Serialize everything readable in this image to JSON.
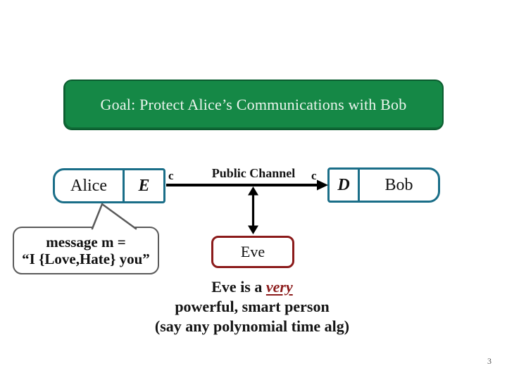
{
  "slide": {
    "page_number": "3"
  },
  "banner": {
    "title": "Goal: Protect Alice’s Communications with Bob"
  },
  "diagram": {
    "alice_label": "Alice",
    "encrypt_label": "E",
    "decrypt_label": "D",
    "bob_label": "Bob",
    "channel_label": "Public Channel",
    "cipher_label_left": "c",
    "cipher_label_right": "c",
    "eve_label": "Eve"
  },
  "callout": {
    "line1": "message m =",
    "line2": "“I {Love,Hate} you”"
  },
  "note": {
    "line1_prefix": "Eve is a ",
    "line1_emphasis": "very",
    "line2": "powerful, smart person",
    "line3": "(say any polynomial time alg)"
  },
  "colors": {
    "banner_fill": "#15884A",
    "banner_border": "#0B5C2F",
    "banner_text": "#ECF5EE",
    "box_teal": "#1A6E88",
    "eve_red": "#8B1A1A",
    "callout_gray": "#5A5A5A",
    "arrow_black": "#000000"
  }
}
